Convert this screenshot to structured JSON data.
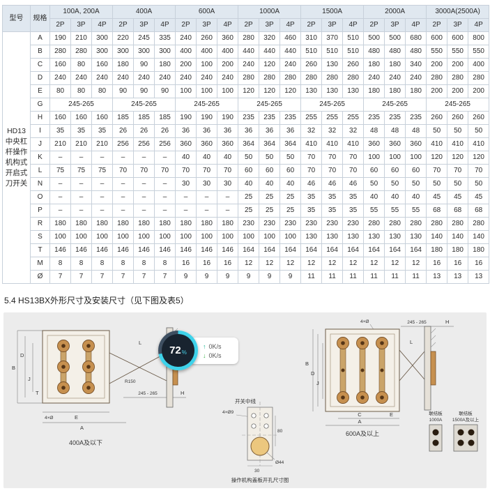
{
  "table": {
    "model_header": "型号",
    "spec_header": "规格",
    "model_label_lines": [
      "HD13",
      "中央杠",
      "杆操作",
      "机构式",
      "开启式",
      "刀开关"
    ],
    "groups": [
      "100A, 200A",
      "400A",
      "600A",
      "1000A",
      "1500A",
      "2000A",
      "3000A(2500A)"
    ],
    "pole_headers": [
      "2P",
      "3P",
      "4P"
    ],
    "rows": [
      {
        "spec": "A",
        "values": [
          "190",
          "210",
          "300",
          "220",
          "245",
          "335",
          "240",
          "260",
          "360",
          "280",
          "320",
          "460",
          "310",
          "370",
          "510",
          "500",
          "500",
          "680",
          "600",
          "600",
          "800"
        ]
      },
      {
        "spec": "B",
        "values": [
          "280",
          "280",
          "300",
          "300",
          "300",
          "300",
          "400",
          "400",
          "400",
          "440",
          "440",
          "440",
          "510",
          "510",
          "510",
          "480",
          "480",
          "480",
          "550",
          "550",
          "550"
        ]
      },
      {
        "spec": "C",
        "values": [
          "160",
          "80",
          "160",
          "180",
          "90",
          "180",
          "200",
          "100",
          "200",
          "240",
          "120",
          "240",
          "260",
          "130",
          "260",
          "180",
          "180",
          "340",
          "200",
          "200",
          "400"
        ]
      },
      {
        "spec": "D",
        "values": [
          "240",
          "240",
          "240",
          "240",
          "240",
          "240",
          "240",
          "240",
          "240",
          "280",
          "280",
          "280",
          "280",
          "280",
          "280",
          "240",
          "240",
          "240",
          "280",
          "280",
          "280"
        ]
      },
      {
        "spec": "E",
        "values": [
          "80",
          "80",
          "80",
          "90",
          "90",
          "90",
          "100",
          "100",
          "100",
          "120",
          "120",
          "120",
          "130",
          "130",
          "130",
          "180",
          "180",
          "180",
          "200",
          "200",
          "200"
        ]
      },
      {
        "spec": "G",
        "span_value": "245-265"
      },
      {
        "spec": "H",
        "values": [
          "160",
          "160",
          "160",
          "185",
          "185",
          "185",
          "190",
          "190",
          "190",
          "235",
          "235",
          "235",
          "255",
          "255",
          "255",
          "235",
          "235",
          "235",
          "260",
          "260",
          "260"
        ]
      },
      {
        "spec": "I",
        "values": [
          "35",
          "35",
          "35",
          "26",
          "26",
          "26",
          "36",
          "36",
          "36",
          "36",
          "36",
          "36",
          "32",
          "32",
          "32",
          "48",
          "48",
          "48",
          "50",
          "50",
          "50"
        ]
      },
      {
        "spec": "J",
        "values": [
          "210",
          "210",
          "210",
          "256",
          "256",
          "256",
          "360",
          "360",
          "360",
          "364",
          "364",
          "364",
          "410",
          "410",
          "410",
          "360",
          "360",
          "360",
          "410",
          "410",
          "410"
        ]
      },
      {
        "spec": "K",
        "values": [
          "–",
          "–",
          "–",
          "–",
          "–",
          "–",
          "40",
          "40",
          "40",
          "50",
          "50",
          "50",
          "70",
          "70",
          "70",
          "100",
          "100",
          "100",
          "120",
          "120",
          "120"
        ]
      },
      {
        "spec": "L",
        "values": [
          "75",
          "75",
          "75",
          "70",
          "70",
          "70",
          "70",
          "70",
          "70",
          "60",
          "60",
          "60",
          "70",
          "70",
          "70",
          "60",
          "60",
          "60",
          "70",
          "70",
          "70"
        ]
      },
      {
        "spec": "N",
        "values": [
          "–",
          "–",
          "–",
          "–",
          "–",
          "–",
          "30",
          "30",
          "30",
          "40",
          "40",
          "40",
          "46",
          "46",
          "46",
          "50",
          "50",
          "50",
          "50",
          "50",
          "50"
        ]
      },
      {
        "spec": "O",
        "values": [
          "–",
          "–",
          "–",
          "–",
          "–",
          "–",
          "–",
          "–",
          "–",
          "25",
          "25",
          "25",
          "35",
          "35",
          "35",
          "40",
          "40",
          "40",
          "45",
          "45",
          "45"
        ]
      },
      {
        "spec": "P",
        "values": [
          "–",
          "–",
          "–",
          "–",
          "–",
          "–",
          "–",
          "–",
          "–",
          "25",
          "25",
          "25",
          "35",
          "35",
          "35",
          "55",
          "55",
          "55",
          "68",
          "68",
          "68"
        ]
      },
      {
        "spec": "R",
        "values": [
          "180",
          "180",
          "180",
          "180",
          "180",
          "180",
          "180",
          "180",
          "180",
          "230",
          "230",
          "230",
          "230",
          "230",
          "230",
          "280",
          "280",
          "280",
          "280",
          "280",
          "280"
        ]
      },
      {
        "spec": "S",
        "values": [
          "100",
          "100",
          "100",
          "100",
          "100",
          "100",
          "100",
          "100",
          "100",
          "100",
          "100",
          "100",
          "130",
          "130",
          "130",
          "130",
          "130",
          "130",
          "140",
          "140",
          "140"
        ]
      },
      {
        "spec": "T",
        "values": [
          "146",
          "146",
          "146",
          "146",
          "146",
          "146",
          "146",
          "146",
          "146",
          "164",
          "164",
          "164",
          "164",
          "164",
          "164",
          "164",
          "164",
          "164",
          "180",
          "180",
          "180"
        ]
      },
      {
        "spec": "M",
        "values": [
          "8",
          "8",
          "8",
          "8",
          "8",
          "8",
          "16",
          "16",
          "16",
          "12",
          "12",
          "12",
          "12",
          "12",
          "12",
          "12",
          "12",
          "12",
          "16",
          "16",
          "16"
        ]
      },
      {
        "spec": "Ø",
        "values": [
          "7",
          "7",
          "7",
          "7",
          "7",
          "7",
          "9",
          "9",
          "9",
          "9",
          "9",
          "9",
          "11",
          "11",
          "11",
          "11",
          "11",
          "11",
          "13",
          "13",
          "13"
        ]
      }
    ]
  },
  "section": {
    "title": "5.4 HS13BX外形尺寸及安装尺寸（见下图及表5）"
  },
  "figure": {
    "left": {
      "caption": "400A及以下",
      "dim_b": "B",
      "dim_d": "D",
      "dim_j": "J",
      "dim_t": "T",
      "dim_l": "L",
      "dim_e": "E",
      "dim_a": "A",
      "dim_h": "H",
      "holes": "4×Ø",
      "radius": "R150",
      "range": "245 - 265"
    },
    "middle": {
      "centerline": "开关中线",
      "holes": "4×Ø9",
      "dim_80": "80",
      "dim_30": "30",
      "diameter": "Ø44",
      "caption": "操作机构盖板开孔尺寸图"
    },
    "right": {
      "caption": "600A及以上",
      "holes": "4×Ø",
      "range": "245 - 265",
      "dim_h": "H",
      "dim_b": "B",
      "dim_d": "D",
      "dim_j": "J",
      "dim_l": "L",
      "dim_a": "A",
      "dim_c": "C",
      "dim_e": "E"
    },
    "plates": {
      "plate1_title": "联结板",
      "plate1_sub": "1000A",
      "plate2_title": "联结板",
      "plate2_sub": "1500A及以上"
    }
  },
  "overlay": {
    "percent": "72",
    "percent_symbol": "%",
    "upload_icon": "↑",
    "download_icon": "↓",
    "upload_speed": "0K/s",
    "download_speed": "0K/s",
    "accent_color": "#3ed2ea"
  }
}
